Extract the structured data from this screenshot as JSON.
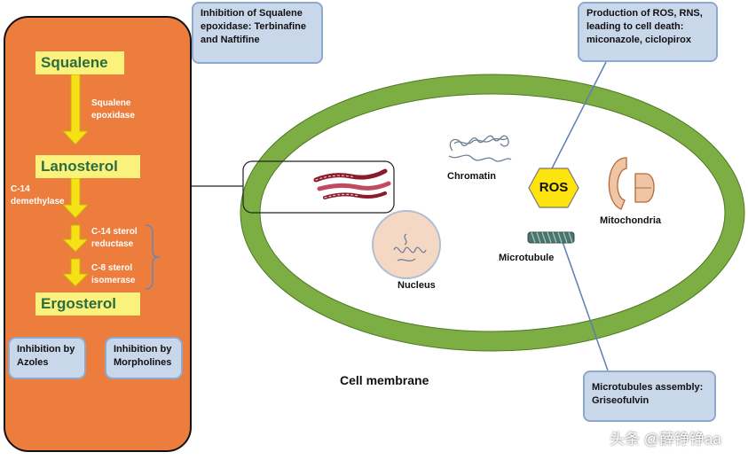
{
  "pathway": {
    "squalene": "Squalene",
    "squalene_epoxidase": "Squalene\nepoxidase",
    "lanosterol": "Lanosterol",
    "c14_demethylase": "C-14\ndemethylase",
    "c14_sterol_reductase": "C-14 sterol\nreductase",
    "c8_sterol_isomerase": "C-8 sterol\nisomerase",
    "ergosterol": "Ergosterol"
  },
  "inhibitors": {
    "azoles": "Inhibition by\nAzoles",
    "morpholines": "Inhibition by\nMorpholines",
    "squalene_epoxidase": "Inhibition of Squalene\nepoxidase: Terbinafine\nand Naftifine",
    "ros_production": "Production of ROS, RNS,\nleading to cell death:\nmiconazole, ciclopirox",
    "microtubules": "Microtubules assembly:\nGriseofulvin"
  },
  "cell": {
    "chromatin": "Chromatin",
    "ros": "ROS",
    "mitochondria": "Mitochondria",
    "microtubule": "Microtubule",
    "nucleus": "Nucleus",
    "cell_membrane": "Cell membrane"
  },
  "watermark": "头条 @薛铮铮aa",
  "colors": {
    "panel": "#ec7d3c",
    "metabolite_box": "#fbf27d",
    "metabolite_text": "#2a6d3f",
    "membrane": "#7cae44",
    "callout_fill": "#c9d7ea",
    "ros_fill": "#fde40f"
  }
}
